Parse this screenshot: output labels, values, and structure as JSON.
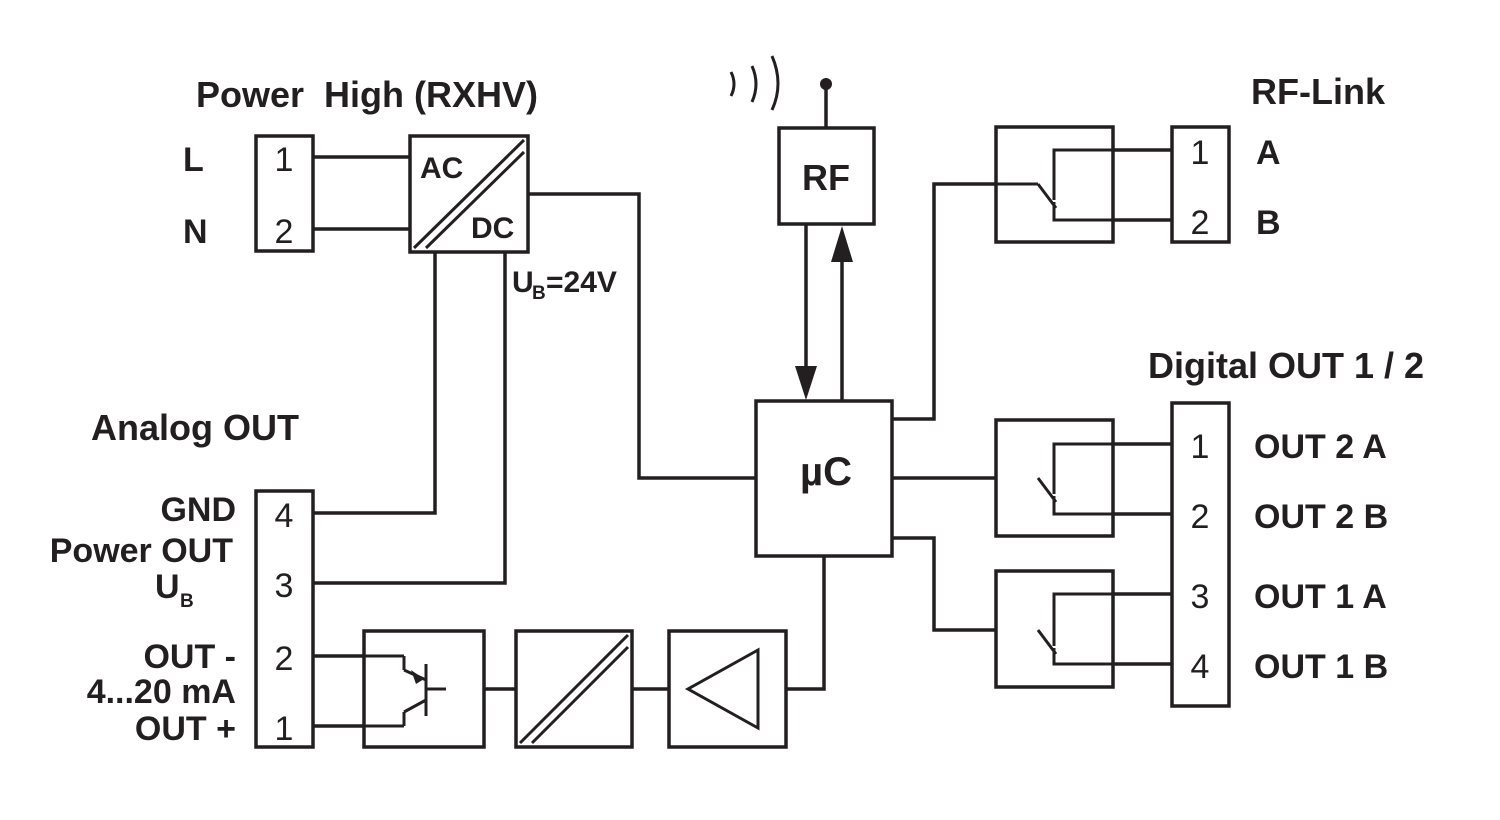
{
  "power": {
    "title": "Power  High (RXHV)",
    "L": "L",
    "N": "N",
    "t1": "1",
    "t2": "2",
    "ac": "AC",
    "dc": "DC",
    "ub_main": "U",
    "ub_sub": "B",
    "ub_value": "=24V"
  },
  "rf": {
    "label": "RF"
  },
  "mcu": {
    "label": "µC"
  },
  "rflink": {
    "title": "RF-Link",
    "t1": "1",
    "t2": "2",
    "a": "A",
    "b": "B"
  },
  "digital_out": {
    "title": "Digital OUT 1 / 2",
    "rows": [
      {
        "num": "1",
        "label": "OUT 2 A"
      },
      {
        "num": "2",
        "label": "OUT 2 B"
      },
      {
        "num": "3",
        "label": "OUT 1 A"
      },
      {
        "num": "4",
        "label": "OUT 1 B"
      }
    ]
  },
  "analog_out": {
    "title": "Analog OUT",
    "gnd": "GND",
    "power_out": "Power OUT",
    "ub_main": "U",
    "ub_sub": "B",
    "out_minus": "OUT -",
    "range": "4...20 mA",
    "out_plus": "OUT +",
    "t4": "4",
    "t3": "3",
    "t2": "2",
    "t1": "1"
  }
}
